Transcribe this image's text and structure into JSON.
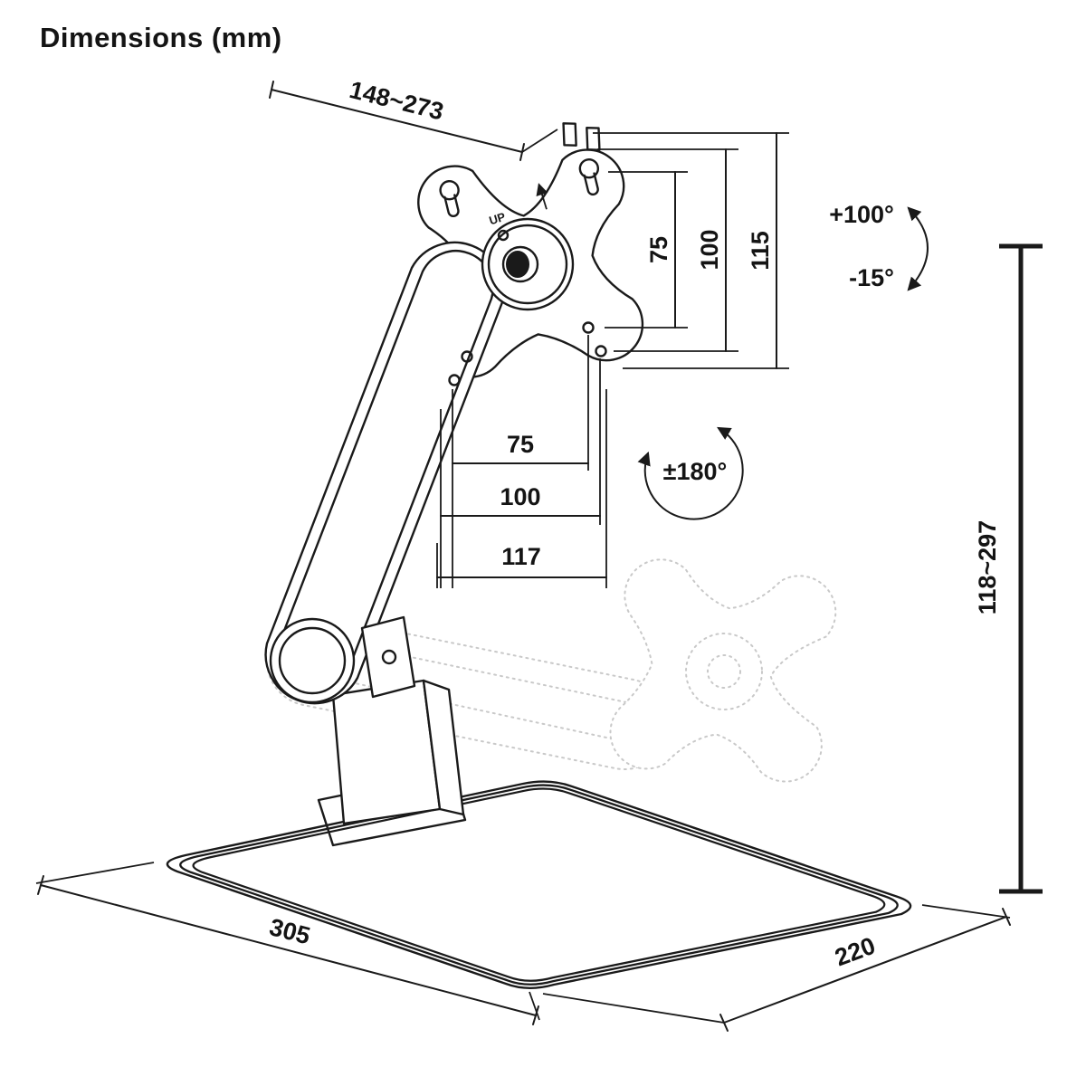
{
  "title": "Dimensions (mm)",
  "unit": "mm",
  "dimensions": {
    "arm_extension_range": "148~273",
    "vesa_vertical_small": "75",
    "vesa_vertical_large": "100",
    "plate_height": "115",
    "vesa_horizontal_small": "75",
    "vesa_horizontal_large": "100",
    "plate_width": "117",
    "height_adjustment_range": "118~297",
    "base_depth": "305",
    "base_width": "220"
  },
  "angles": {
    "tilt_up": "+100°",
    "tilt_down": "-15°",
    "swivel": "±180°"
  },
  "labels": {
    "plate_up_marking": "UP"
  },
  "colors": {
    "ink": "#1a1a1a",
    "ghost": "#c9c9c9",
    "background": "#ffffff"
  }
}
